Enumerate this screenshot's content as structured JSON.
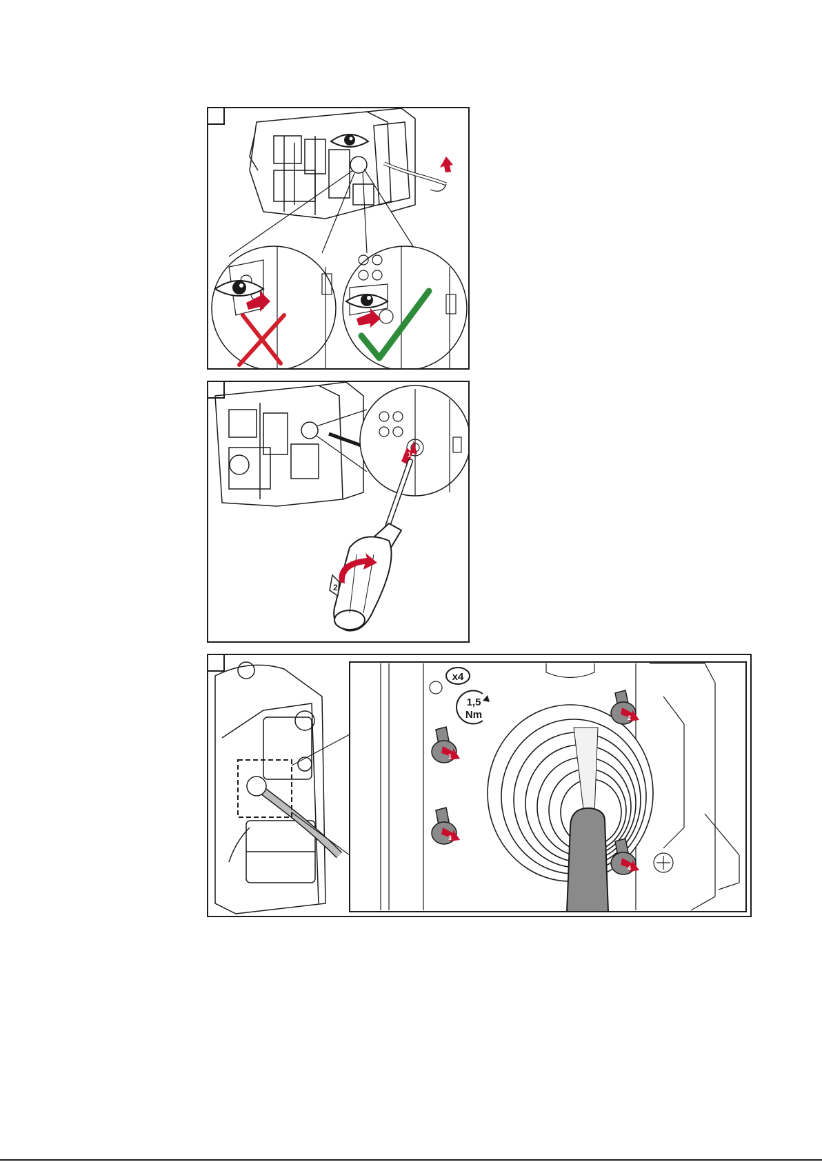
{
  "steps": [
    {
      "number": "",
      "icons": [
        "eye-icon",
        "cross-icon",
        "checkmark-icon",
        "arrow-icon"
      ]
    },
    {
      "number": "",
      "icons": [
        "screwdriver-icon",
        "rotate-arrow-icon"
      ],
      "callouts": [
        "1",
        "2"
      ]
    },
    {
      "number": "",
      "icons": [
        "screw-icon",
        "torque-icon"
      ],
      "callouts": [
        "1",
        "2",
        "3",
        "4"
      ],
      "quantity_label": "x4",
      "torque_value": "1,5",
      "torque_unit": "Nm"
    }
  ],
  "colors": {
    "line": "#1a1a1a",
    "arrow_red": "#c8102e",
    "check_green": "#2e8b3a",
    "cross_red": "#d01f2a",
    "hose_grey": "#8a8a8a"
  }
}
